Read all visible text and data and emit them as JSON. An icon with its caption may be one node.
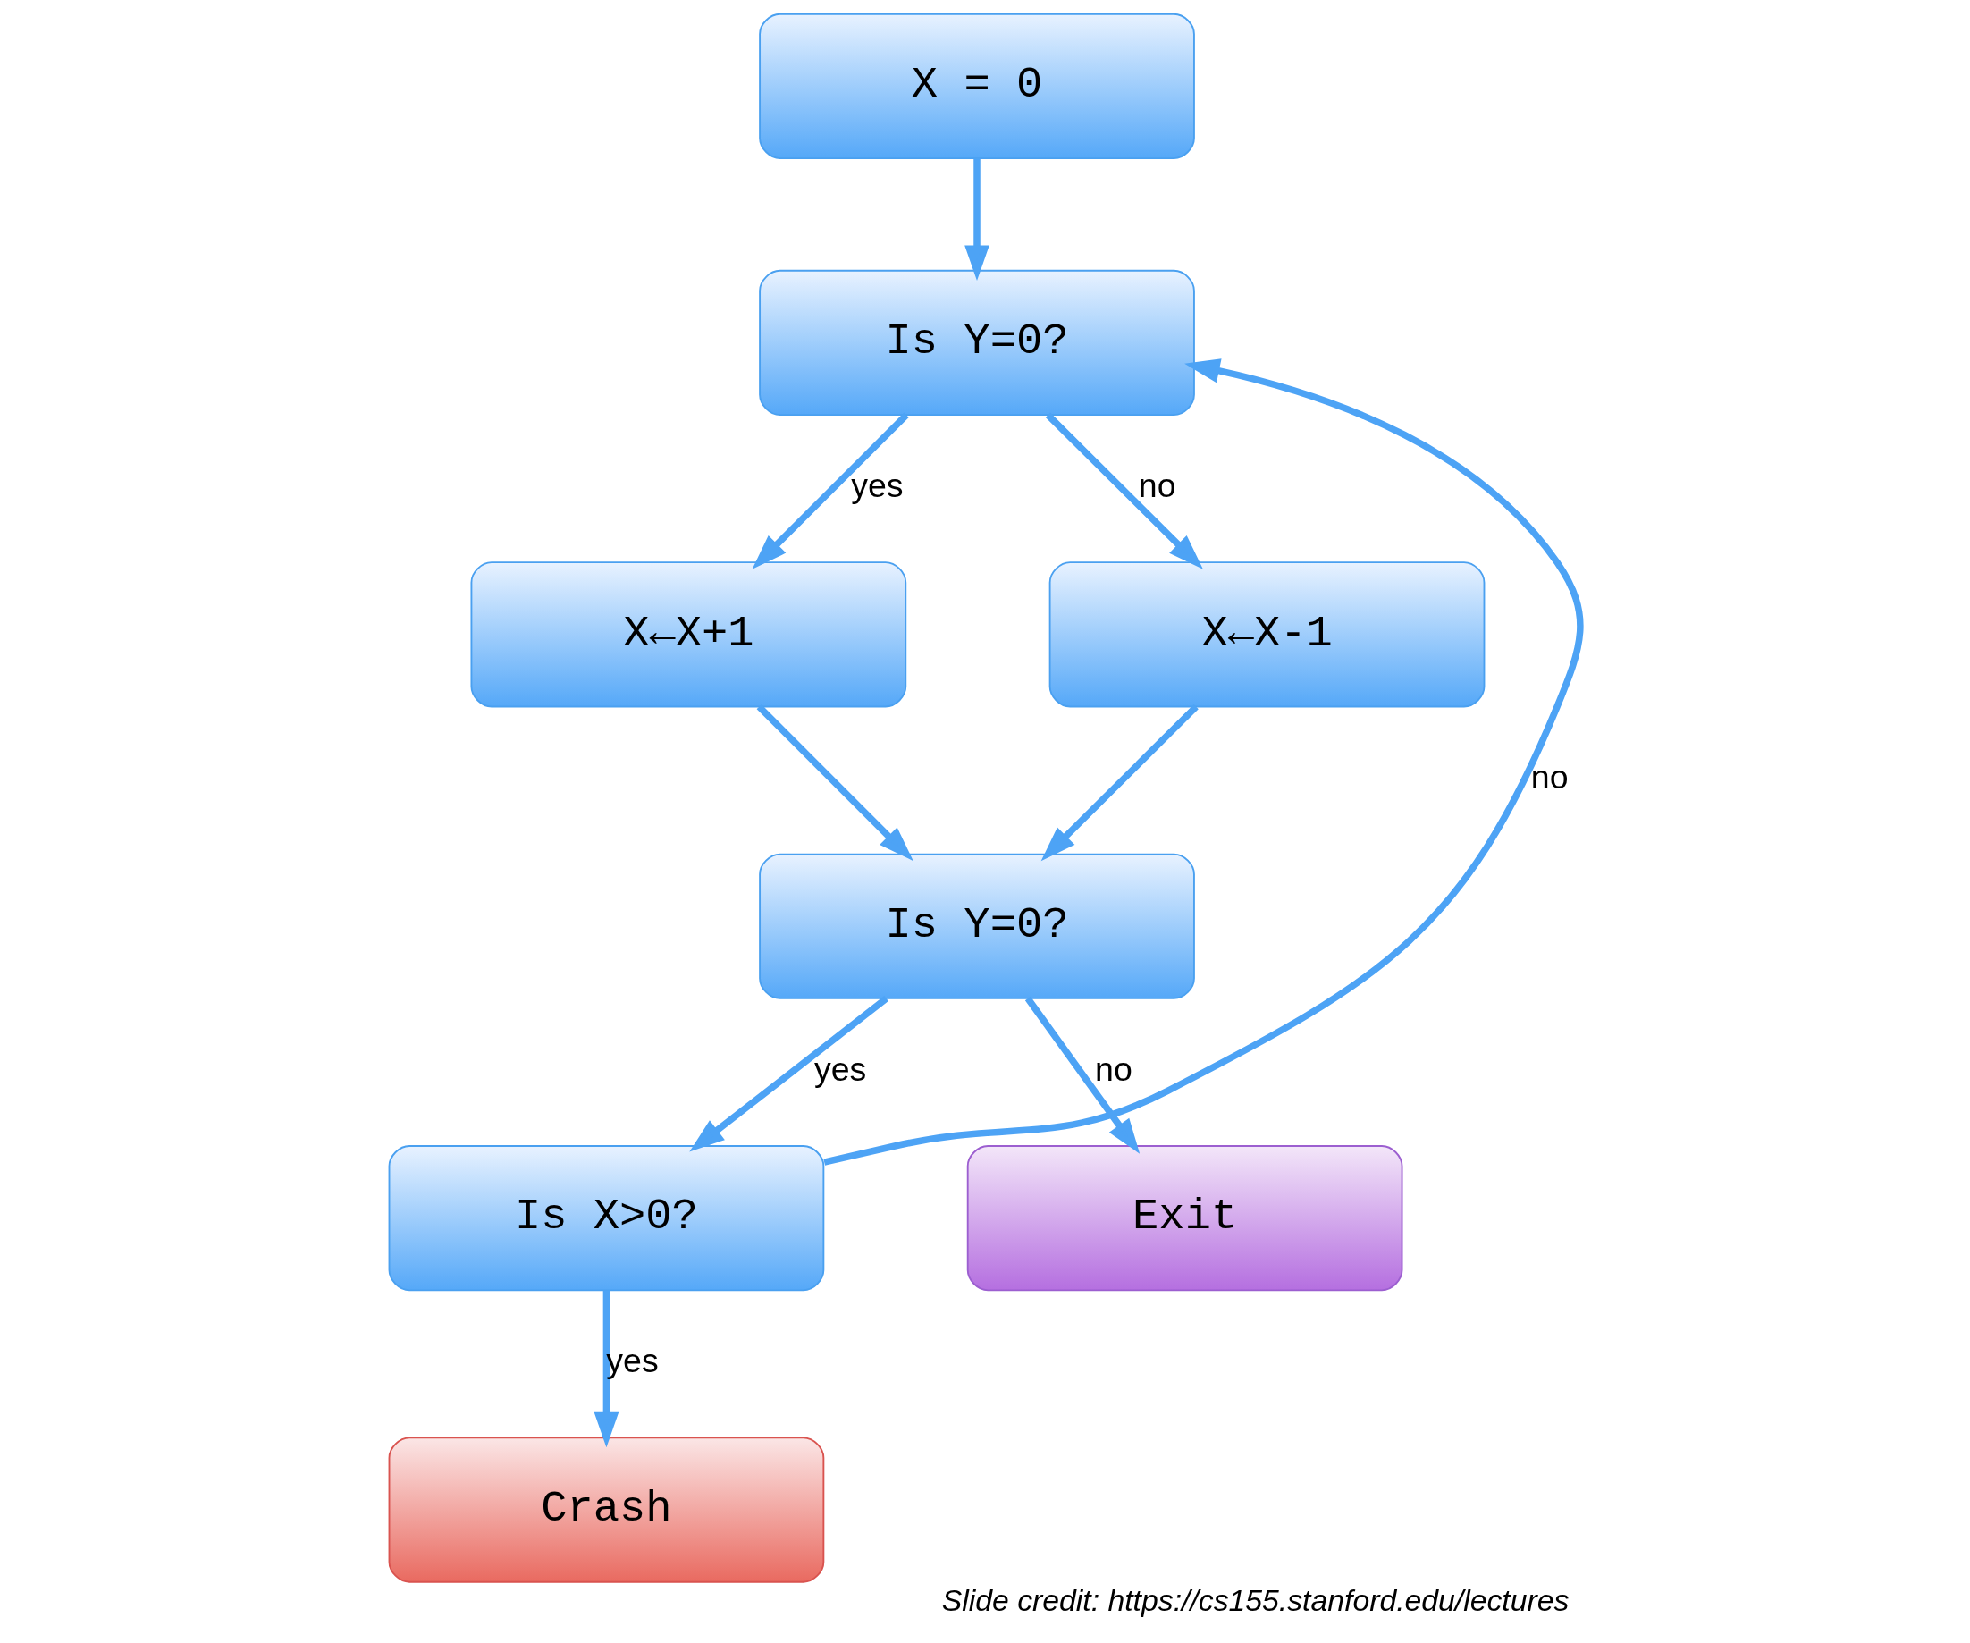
{
  "diagram": {
    "caption": "Slide credit: https://cs155.stanford.edu/lectures",
    "nodes": [
      {
        "text": [
          "X = 0"
        ]
      },
      {
        "text": [
          "Is Y=0?"
        ]
      },
      {
        "text": [
          "X←X+1"
        ]
      },
      {
        "text": [
          "X←X-1"
        ]
      },
      {
        "text": [
          "Is Y=0?"
        ]
      },
      {
        "text": [
          "Is X>0?"
        ]
      },
      {
        "text": [
          "Exit"
        ]
      },
      {
        "text": [
          "Crash"
        ]
      }
    ],
    "edges": [
      {
        "from": 0,
        "to": 1,
        "arrow": "to"
      },
      {
        "from": 1,
        "to": 2,
        "arrow": "to",
        "label": "yes"
      },
      {
        "from": 1,
        "to": 3,
        "arrow": "to",
        "label": "no"
      },
      {
        "from": 2,
        "to": 4,
        "arrow": "to"
      },
      {
        "from": 3,
        "to": 4,
        "arrow": "to"
      },
      {
        "from": 4,
        "to": 5,
        "arrow": "to",
        "label": "yes"
      },
      {
        "from": 4,
        "to": 6,
        "arrow": "to",
        "label": "no"
      },
      {
        "from": 5,
        "to": 7,
        "arrow": "to",
        "label": "yes"
      },
      {
        "from": 5,
        "to": 1,
        "arrow": "to",
        "label": "no"
      }
    ]
  }
}
